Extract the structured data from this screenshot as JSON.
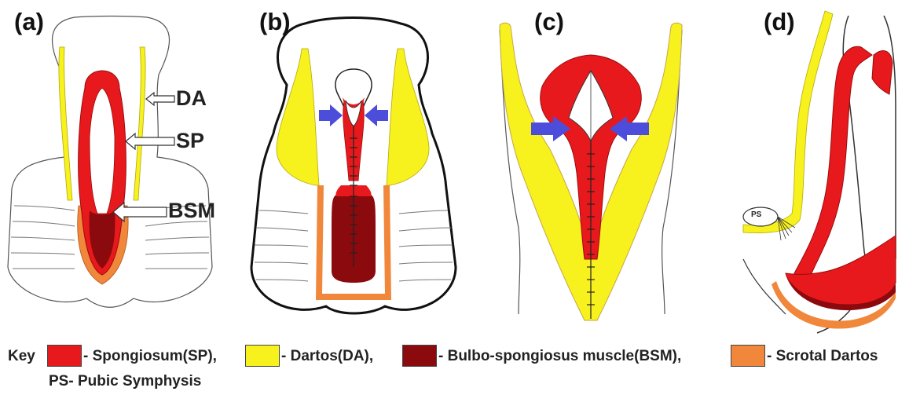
{
  "panels": {
    "a": "(a)",
    "b": "(b)",
    "c": "(c)",
    "d": "(d)"
  },
  "callouts": {
    "da": "DA",
    "sp": "SP",
    "bsm": "BSM"
  },
  "inset_labels": {
    "ps": "PS"
  },
  "key": {
    "title": "Key",
    "items": [
      {
        "label": "- Spongiosum(SP),",
        "color": "#e8191c"
      },
      {
        "label": "- Dartos(DA),",
        "color": "#f7f11e"
      },
      {
        "label": "- Bulbo-spongiosus muscle(BSM),",
        "color": "#8b0a0e"
      },
      {
        "label": "- Scrotal Dartos",
        "color": "#f0873a"
      }
    ],
    "note": "PS- Pubic Symphysis"
  },
  "colors": {
    "spongiosum": "#e8191c",
    "dartos": "#f7f11e",
    "bsm": "#8b0a0e",
    "scrotal_dartos": "#f0873a",
    "arrow": "#4d4ddb"
  }
}
